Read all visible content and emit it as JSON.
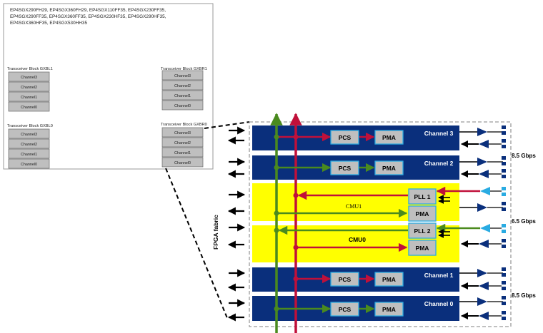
{
  "device_panel": {
    "devices": [
      "EP4SGX290FH29, EP4SGX360FH29, EP4SGX110FF35, EP4SGX230FF35,",
      "EP4SGX290FF35, EP4SGX360FF35, EP4SGX230HF35, EP4SGX290HF35,",
      "EP4SGX360HF35, EP4SGX530HH35"
    ],
    "blocks": [
      {
        "title": "Transceiver Block GXBL1",
        "channels": [
          "Channel3",
          "Channel2",
          "Channel1",
          "Channel0"
        ]
      },
      {
        "title": "Transceiver Block GXBR1",
        "channels": [
          "Channel3",
          "Channel2",
          "Channel1",
          "Channel0"
        ]
      },
      {
        "title": "Transceiver Block GXBL0",
        "channels": [
          "Channel3",
          "Channel2",
          "Channel1",
          "Channel0"
        ]
      },
      {
        "title": "Transceiver Block GXBR0",
        "channels": [
          "Channel3",
          "Channel2",
          "Channel1",
          "Channel0"
        ]
      }
    ]
  },
  "detail": {
    "fabric_label": "FPGA fabric",
    "channels": {
      "ch3": {
        "name": "Channel 3",
        "pcs": "PCS",
        "pma": "PMA"
      },
      "ch2": {
        "name": "Channel 2",
        "pcs": "PCS",
        "pma": "PMA"
      },
      "ch1": {
        "name": "Channel 1",
        "pcs": "PCS",
        "pma": "PMA"
      },
      "ch0": {
        "name": "Channel 0",
        "pcs": "PCS",
        "pma": "PMA"
      }
    },
    "cmu1": {
      "name": "CMU1",
      "pll": "PLL 1",
      "pma": "PMA"
    },
    "cmu0": {
      "name": "CMU0",
      "pll": "PLL 2",
      "pma": "PMA"
    },
    "rates": {
      "top": "8.5 Gbps",
      "middle": "6.5 Gbps",
      "bottom": "8.5 Gbps"
    }
  },
  "colors": {
    "channel_fill": "#0a2f7c",
    "cmu_fill": "#ffff00",
    "block_fill": "#bfbfbf",
    "red_clock": "#c0103a",
    "green_clock": "#4a8a1e",
    "cyan_port": "#29abe2"
  }
}
